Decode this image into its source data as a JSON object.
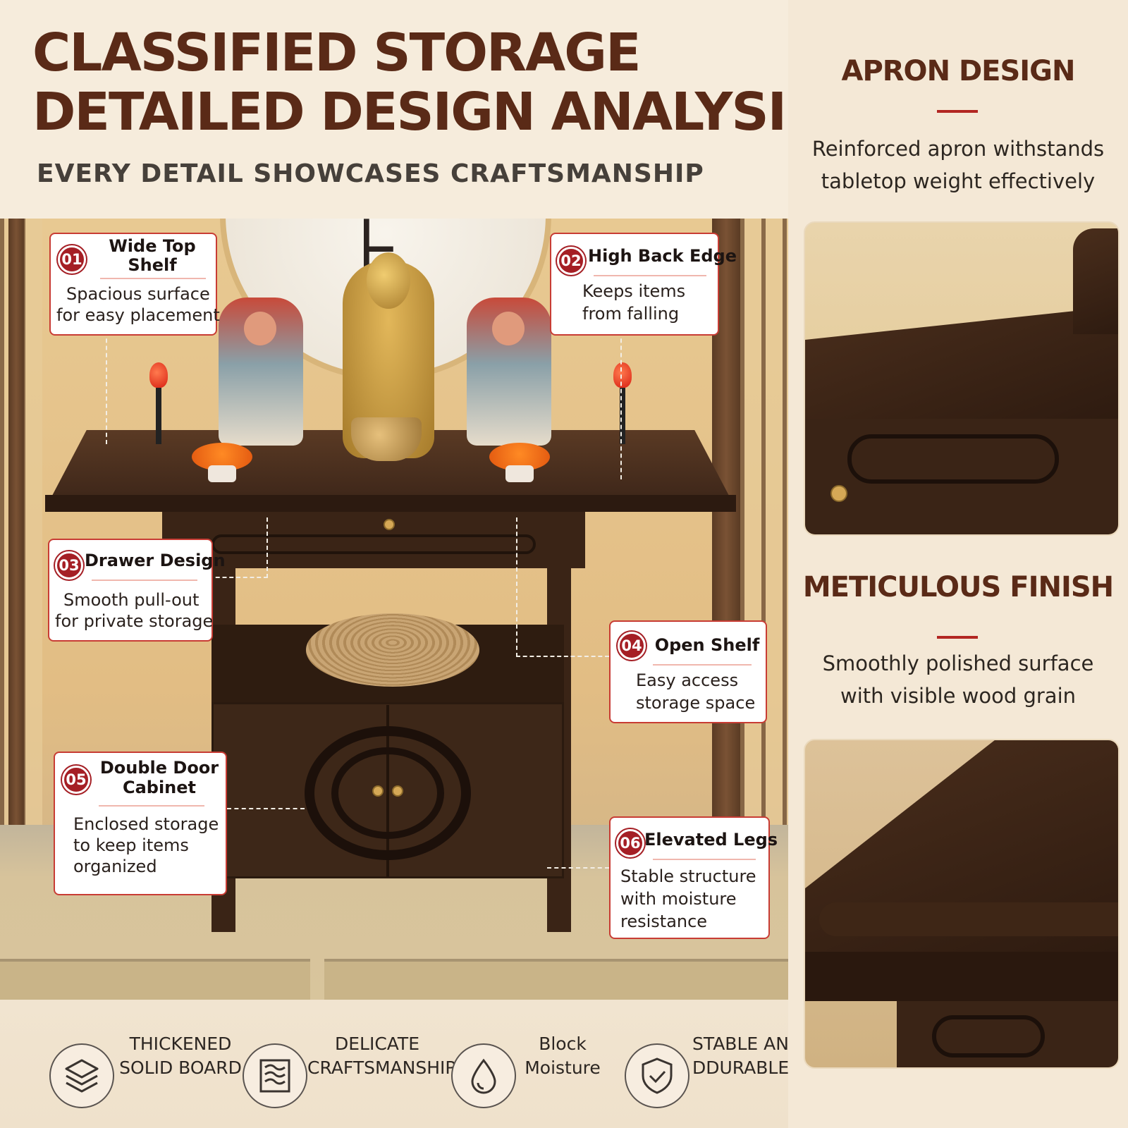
{
  "header": {
    "title_line1": "CLASSIFIED STORAGE",
    "title_line2": "DETAILED DESIGN ANALYSIS",
    "subtitle": "EVERY DETAIL SHOWCASES CRAFTSMANSHIP"
  },
  "callouts": [
    {
      "number": "01",
      "title": "Wide Top Shelf",
      "title_line1": "Wide Top",
      "title_line2": "Shelf",
      "desc_line1": "Spacious surface",
      "desc_line2": "for easy placement"
    },
    {
      "number": "02",
      "title": "High Back Edge",
      "desc_line1": "Keeps items",
      "desc_line2": "from falling"
    },
    {
      "number": "03",
      "title": "Drawer Design",
      "desc_line1": "Smooth pull-out",
      "desc_line2": "for private storage"
    },
    {
      "number": "04",
      "title": "Open Shelf",
      "desc_line1": "Easy access",
      "desc_line2": "storage space"
    },
    {
      "number": "05",
      "title": "Double Door Cabinet",
      "title_line1": "Double Door",
      "title_line2": "Cabinet",
      "desc_line1": "Enclosed storage",
      "desc_line2": "to keep items",
      "desc_line3": "organized"
    },
    {
      "number": "06",
      "title": "Elevated Legs",
      "desc_line1": "Stable structure",
      "desc_line2": "with moisture",
      "desc_line3": "resistance"
    }
  ],
  "features": [
    {
      "icon": "layers-icon",
      "line1": "THICKENED",
      "line2": "SOLID BOARD"
    },
    {
      "icon": "wood-grain-icon",
      "line1": "DELICATE",
      "line2": "CRAFTSMANSHIP"
    },
    {
      "icon": "water-drop-icon",
      "line1": "Block",
      "line2": "Moisture"
    },
    {
      "icon": "shield-check-icon",
      "line1": "STABLE AN",
      "line2": "DDURABLE"
    }
  ],
  "panel": {
    "section1_title": "APRON DESIGN",
    "section1_desc_line1": "Reinforced apron withstands",
    "section1_desc_line2": "tabletop weight effectively",
    "section2_title": "METICULOUS FINISH",
    "section2_desc_line1": "Smoothly polished surface",
    "section2_desc_line2": "with visible wood grain"
  },
  "colors": {
    "title_brown": "#5a2a17",
    "accent_red": "#a51f25",
    "wood_dark": "#3a2416",
    "background_cream": "#f4e8d6"
  }
}
